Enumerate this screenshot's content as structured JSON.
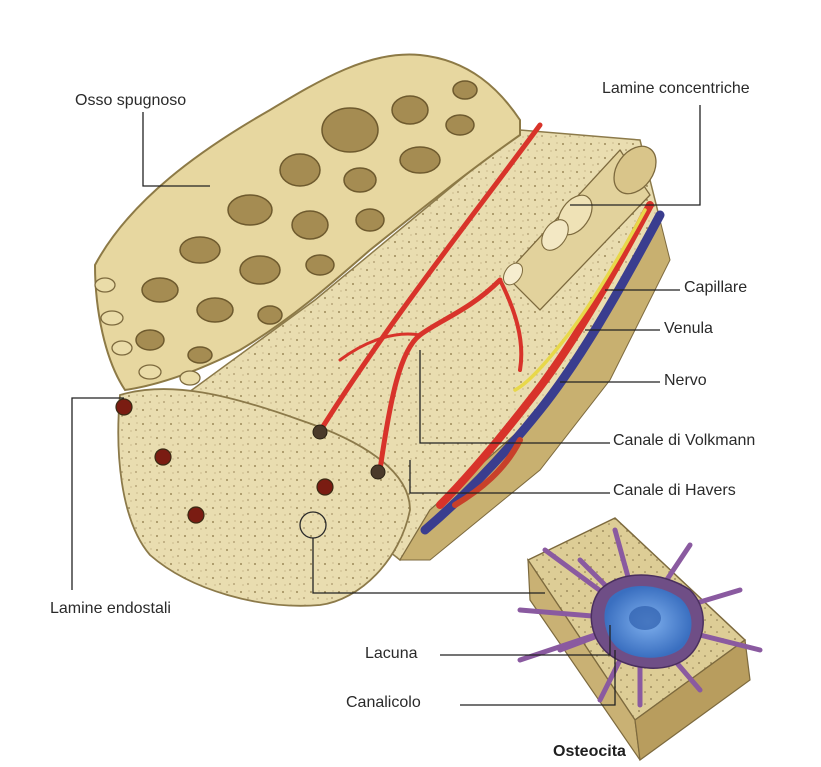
{
  "figure": {
    "labels": {
      "osso_spugnoso": "Osso spugnoso",
      "lamine_concentriche": "Lamine concentriche",
      "capillare": "Capillare",
      "venula": "Venula",
      "nervo": "Nervo",
      "canale_volkmann": "Canale di Volkmann",
      "canale_havers": "Canale di Havers",
      "lamine_endostali": "Lamine endostali",
      "lacuna": "Lacuna",
      "canalicolo": "Canalicolo",
      "osteocita": "Osteocita"
    },
    "colors": {
      "bone": "#e6d9a6",
      "bone_dark": "#c9b47a",
      "artery": "#d8332a",
      "vein": "#3a3d8f",
      "nerve": "#e8d84a",
      "cell": "#5a8fd6",
      "process": "#8a5aa0"
    }
  }
}
